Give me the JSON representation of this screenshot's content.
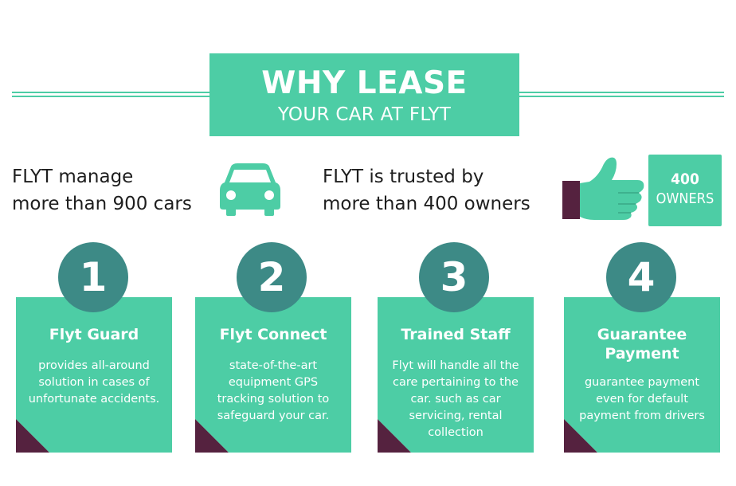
{
  "header": {
    "title": "WHY LEASE",
    "subtitle": "YOUR CAR AT FLYT"
  },
  "stats": {
    "cars": {
      "line1": "FLYT manage",
      "line2": "more than 900 cars",
      "icon": "car-icon"
    },
    "owners": {
      "line1": "FLYT is trusted by",
      "line2": "more than 400 owners",
      "icon": "thumbs-up-icon"
    }
  },
  "badge": {
    "number": "400",
    "label": "OWNERS"
  },
  "cards": [
    {
      "number": "1",
      "title": "Flyt Guard",
      "desc": [
        "provides all-around",
        "solution in cases of",
        "unfortunate accidents."
      ]
    },
    {
      "number": "2",
      "title": "Flyt Connect",
      "desc": [
        "state-of-the-art",
        "equipment GPS",
        "tracking solution to",
        "safeguard your car."
      ]
    },
    {
      "number": "3",
      "title": "Trained Staff",
      "desc": [
        "Flyt will handle all the",
        "care pertaining to the",
        "car. such as car",
        "servicing, rental",
        "collection"
      ]
    },
    {
      "number": "4",
      "title": [
        "Guarantee",
        "Payment"
      ],
      "desc": [
        "guarantee payment",
        "even for default",
        "payment from drivers"
      ]
    }
  ],
  "colors": {
    "accent": "#4dcda5",
    "circle": "#3d8a86",
    "fold": "#55223f"
  }
}
